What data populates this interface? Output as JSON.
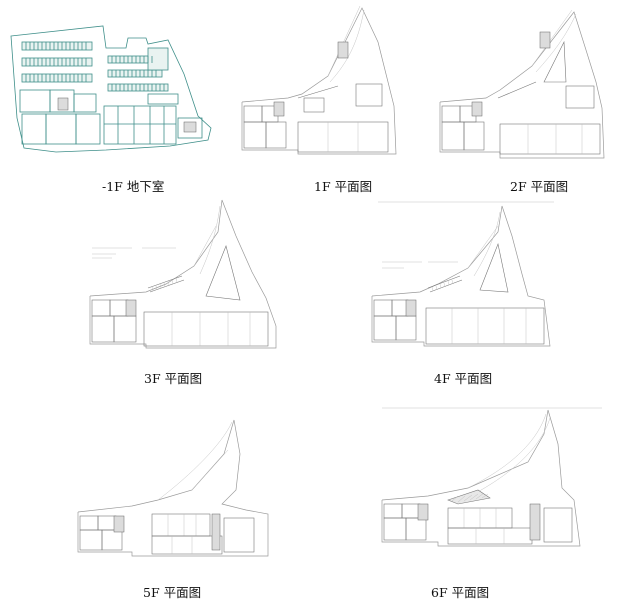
{
  "plans": [
    {
      "id": "b1",
      "label": "-1F 地下室"
    },
    {
      "id": "f1",
      "label": "1F 平面图"
    },
    {
      "id": "f2",
      "label": "2F 平面图"
    },
    {
      "id": "f3",
      "label": "3F 平面图"
    },
    {
      "id": "f4",
      "label": "4F 平面图"
    },
    {
      "id": "f5",
      "label": "5F 平面图"
    },
    {
      "id": "f6",
      "label": "6F 平面图"
    }
  ],
  "colors": {
    "basement_line": "#3f8f8a",
    "plan_line": "#9a9a9a",
    "background": "#ffffff"
  }
}
